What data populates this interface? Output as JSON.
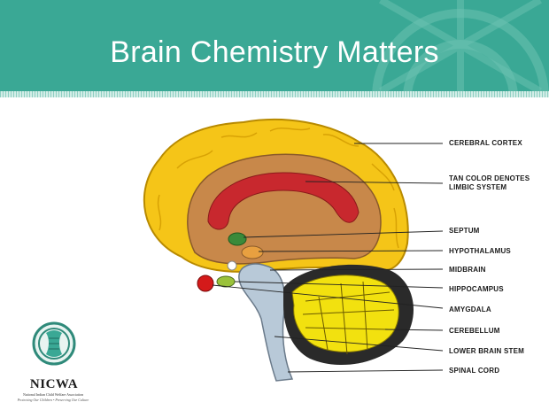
{
  "slide": {
    "title": "Brain Chemistry Matters"
  },
  "colors": {
    "title_band": "#3aa895",
    "cortex": "#f5c518",
    "limbic": "#c8884a",
    "corpus": "#c8282e",
    "brainstem": "#b8c9d8",
    "cerebellum": "#f2e10f"
  },
  "diagram": {
    "labels": [
      "CEREBRAL CORTEX",
      "TAN COLOR DENOTES",
      "LIMBIC SYSTEM",
      "SEPTUM",
      "HYPOTHALAMUS",
      "MIDBRAIN",
      "HIPPOCAMPUS",
      "AMYGDALA",
      "CEREBELLUM",
      "LOWER BRAIN STEM",
      "SPINAL CORD"
    ]
  },
  "logo": {
    "icon": "nicwa-emblem-icon",
    "name": "NICWA",
    "subtitle": "National Indian Child Welfare Association",
    "tagline": "Protecting Our Children • Preserving Our Culture"
  }
}
